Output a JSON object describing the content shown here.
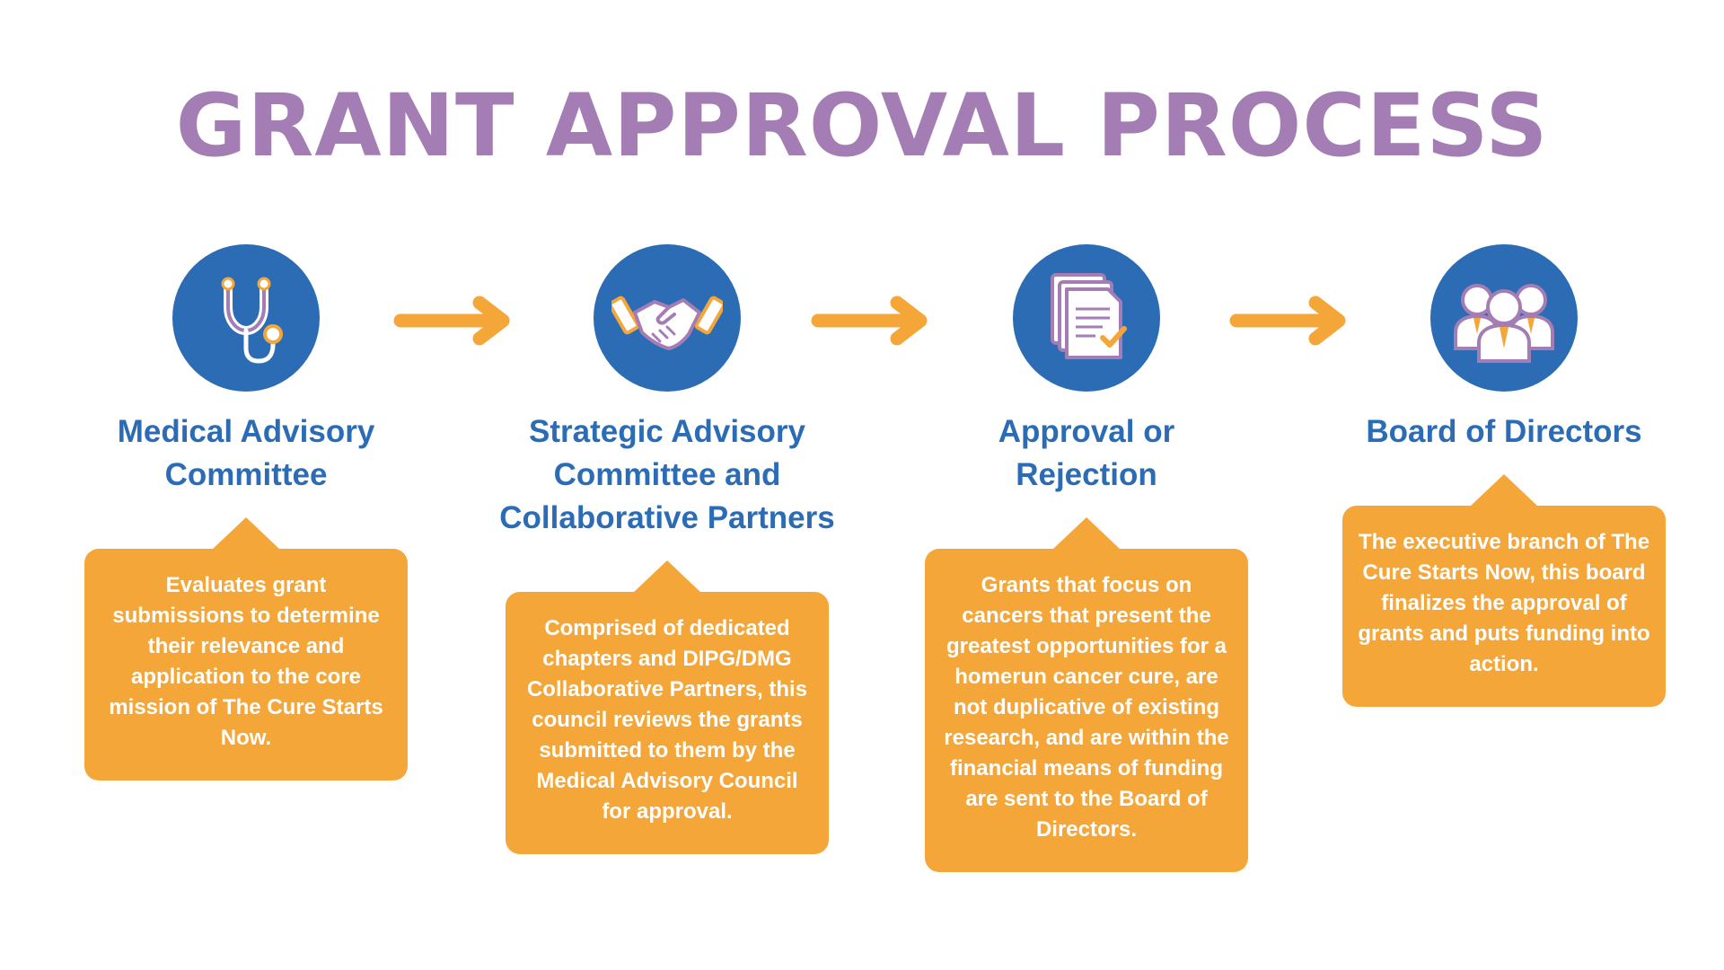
{
  "title": "GRANT APPROVAL PROCESS",
  "colors": {
    "title": "#a47db5",
    "circle": "#2b6cb5",
    "label": "#2b6cb5",
    "orange": "#f5a638",
    "icon_line": "#ffffff",
    "icon_accent": "#f5a638",
    "icon_purple": "#a47db5"
  },
  "steps": [
    {
      "icon": "stethoscope-icon",
      "label_lines": [
        "Medical Advisory",
        "Committee"
      ],
      "description": "Evaluates grant submissions to determine their relevance and application to the core mission of The Cure Starts Now."
    },
    {
      "icon": "handshake-icon",
      "label_lines": [
        "Strategic Advisory",
        "Committee and",
        "Collaborative Partners"
      ],
      "description": "Comprised of dedicated chapters and DIPG/DMG Collaborative Partners, this council reviews the grants submitted to them by the Medical Advisory Council for approval."
    },
    {
      "icon": "documents-check-icon",
      "label_lines": [
        "Approval or",
        "Rejection"
      ],
      "description": "Grants that focus on cancers that present the greatest opportunities for a homerun cancer cure, are not duplicative of existing research, and are within the financial means of funding are sent to the Board of Directors."
    },
    {
      "icon": "group-people-icon",
      "label_lines": [
        "Board of Directors"
      ],
      "description": "The executive branch of The Cure Starts Now, this board finalizes the approval of grants and puts funding into action."
    }
  ],
  "arrows": [
    "arrow-right-icon",
    "arrow-right-icon",
    "arrow-right-icon"
  ]
}
